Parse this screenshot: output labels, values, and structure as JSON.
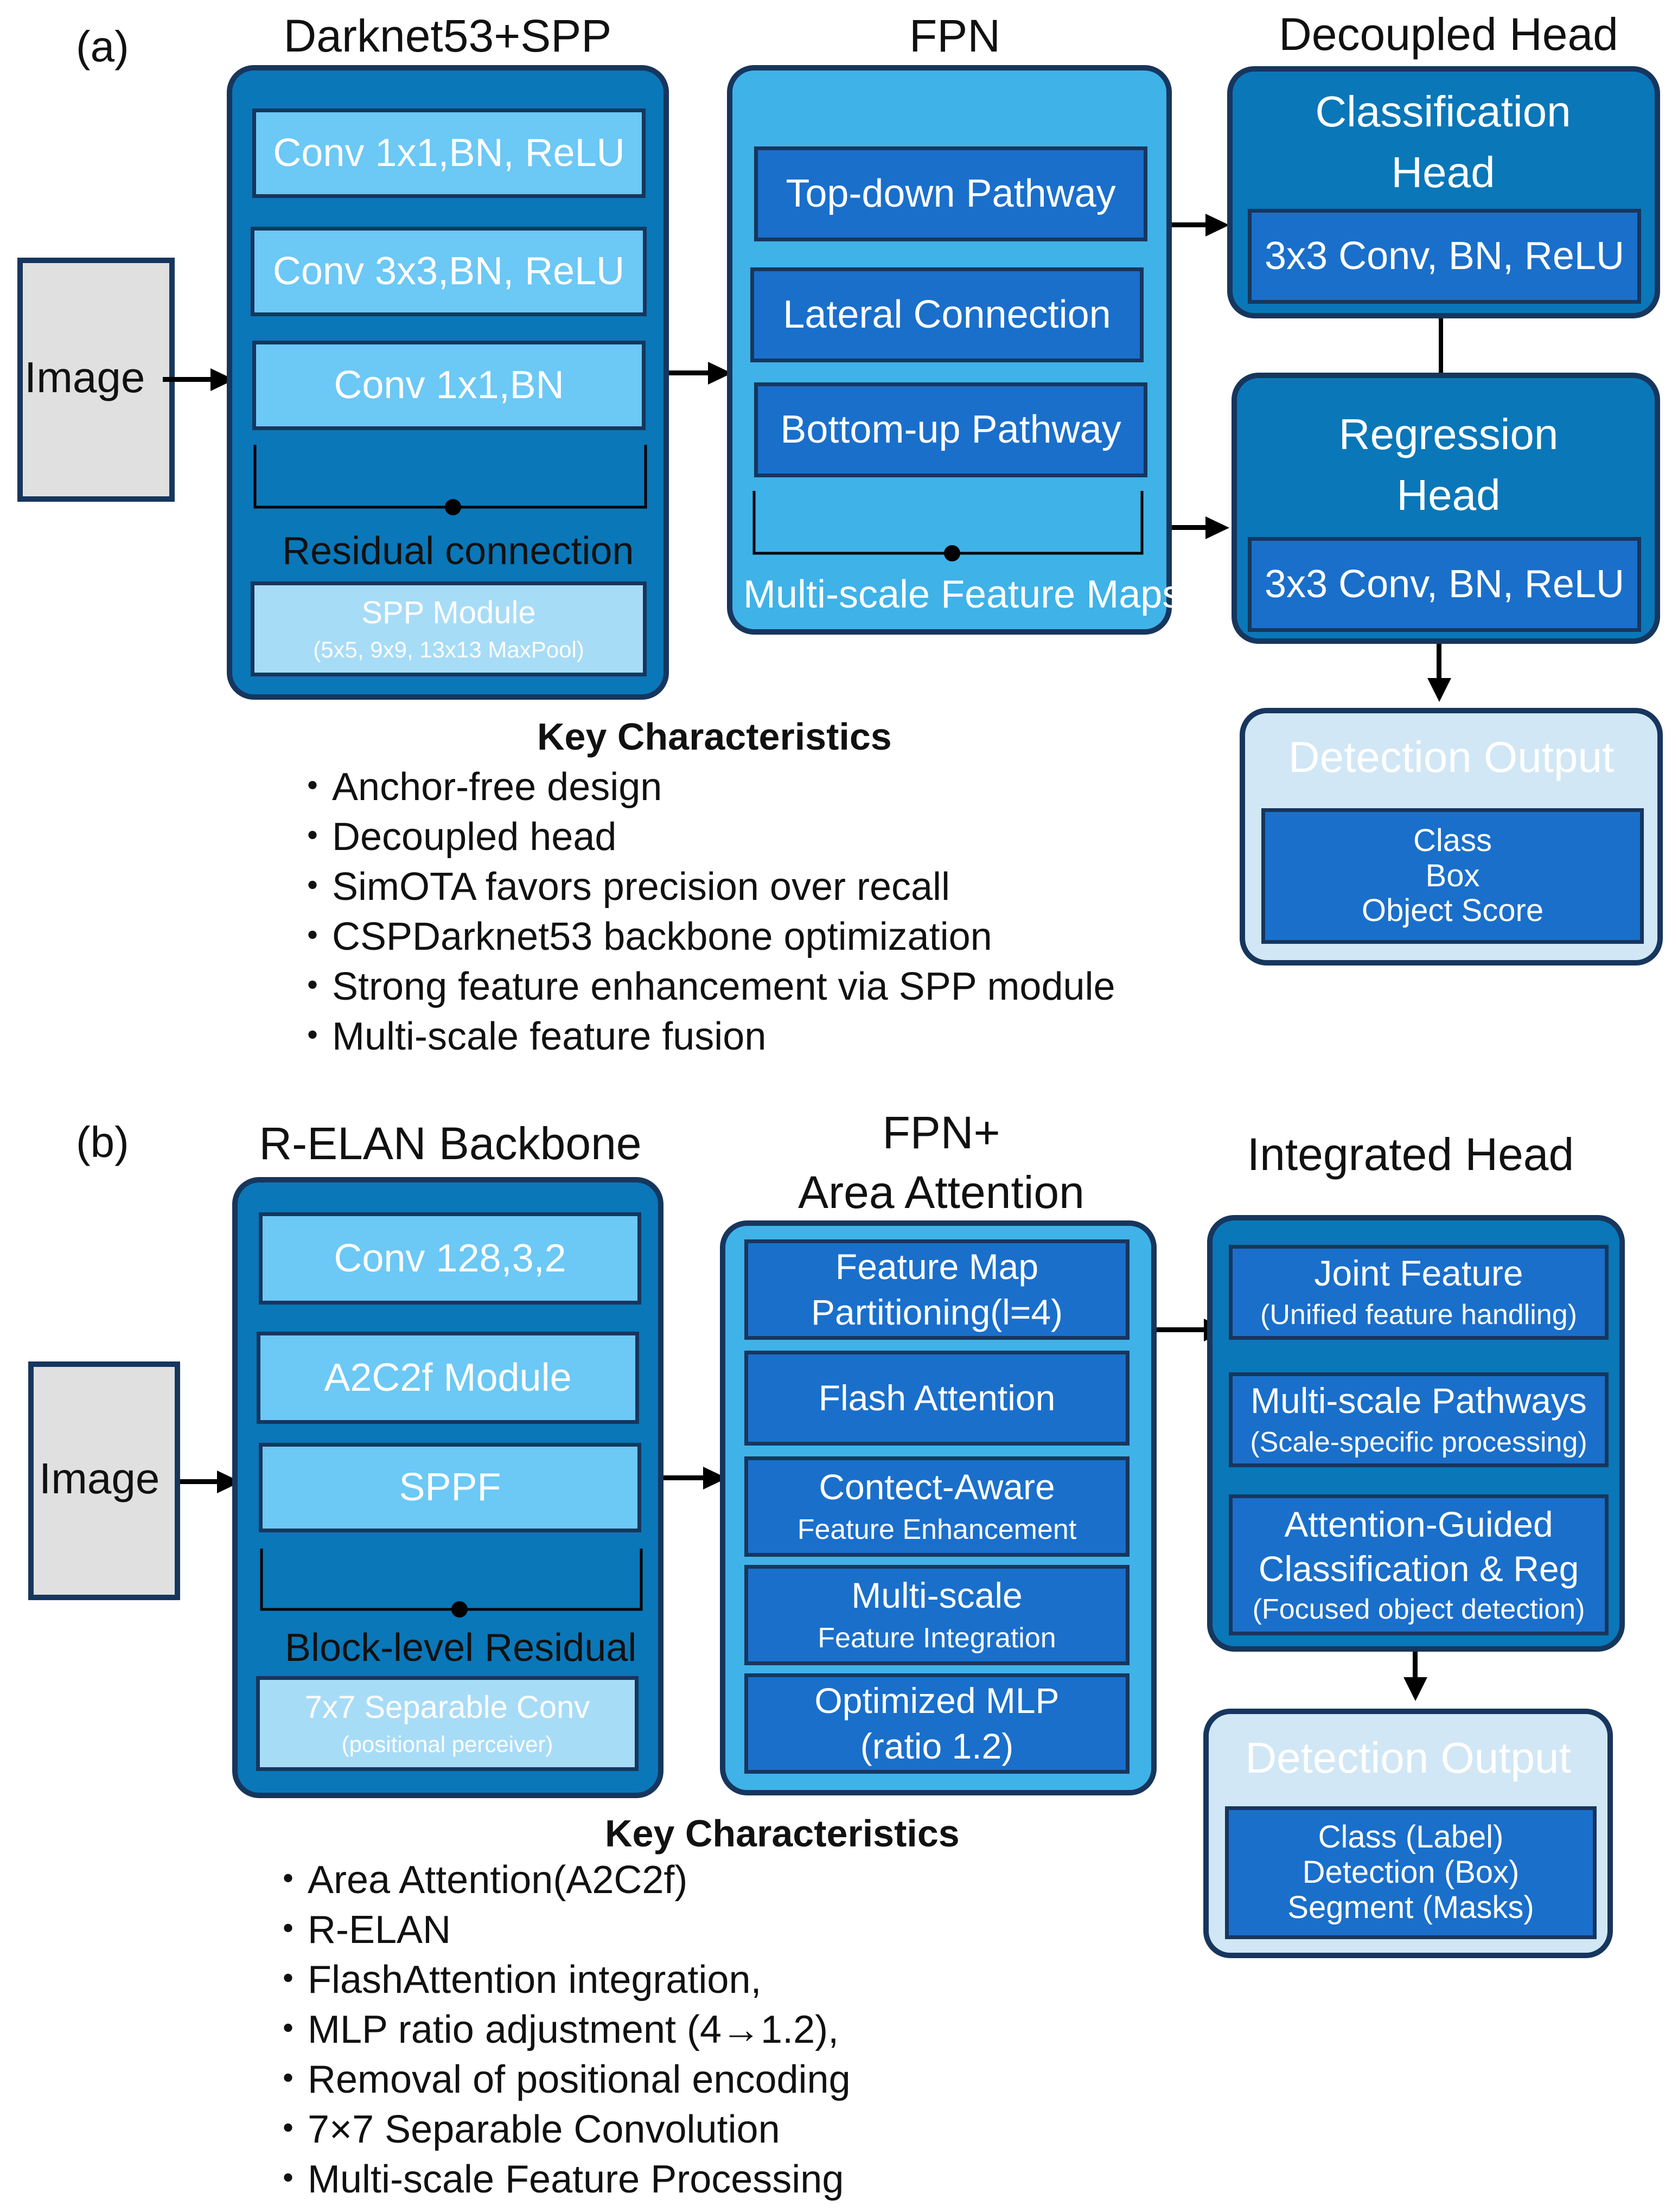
{
  "panel_a": {
    "letter": "(a)",
    "image_label": "Image",
    "backbone": {
      "title": "Darknet53+SPP",
      "blocks": [
        "Conv 1x1,BN, ReLU",
        "Conv 3x3,BN, ReLU",
        "Conv 1x1,BN"
      ],
      "residual_label": "Residual connection",
      "spp_title": "SPP Module",
      "spp_sub": "(5x5, 9x9, 13x13 MaxPool)"
    },
    "fpn": {
      "title": "FPN",
      "blocks": [
        "Top-down Pathway",
        "Lateral Connection",
        "Bottom-up Pathway"
      ],
      "footer": "Multi-scale Feature Maps"
    },
    "head": {
      "title": "Decoupled Head",
      "cls_title": "Classification Head",
      "cls_conv": "3x3 Conv, BN, ReLU",
      "reg_title": "Regression Head",
      "reg_conv": "3x3 Conv, BN, ReLU"
    },
    "output": {
      "title": "Detection Output",
      "lines": [
        "Class",
        "Box",
        "Object Score"
      ]
    },
    "characteristics": {
      "heading": "Key Characteristics",
      "items": [
        "・Anchor-free design",
        "・Decoupled head",
        "・SimOTA favors precision over recall",
        "・CSPDarknet53 backbone optimization",
        "・Strong feature enhancement via SPP module",
        "・Multi-scale feature fusion"
      ]
    }
  },
  "panel_b": {
    "letter": "(b)",
    "image_label": "Image",
    "backbone": {
      "title": "R-ELAN Backbone",
      "blocks": [
        "Conv 128,3,2",
        "A2C2f Module",
        "SPPF"
      ],
      "residual_label": "Block-level Residual",
      "sep_title": "7x7 Separable Conv",
      "sep_sub": "(positional perceiver)"
    },
    "fpn": {
      "title_line1": "FPN+",
      "title_line2": "Area Attention",
      "blocks": [
        {
          "main": "Feature Map",
          "sub": "Partitioning(l=4)"
        },
        {
          "main": "Flash Attention",
          "sub": ""
        },
        {
          "main": "Contect-Aware",
          "sub": "Feature Enhancement"
        },
        {
          "main": "Multi-scale",
          "sub": "Feature Integration"
        },
        {
          "main": "Optimized MLP",
          "sub": "(ratio 1.2)"
        }
      ]
    },
    "head": {
      "title": "Integrated Head",
      "blocks": [
        {
          "main": "Joint Feature",
          "sub": "(Unified feature handling)"
        },
        {
          "main": "Multi-scale Pathways",
          "sub": "(Scale-specific processing)"
        },
        {
          "main": "Attention-Guided",
          "main2": "Classification & Reg",
          "sub": "(Focused object detection)"
        }
      ]
    },
    "output": {
      "title": "Detection Output",
      "lines": [
        "Class (Label)",
        "Detection (Box)",
        "Segment (Masks)"
      ]
    },
    "characteristics": {
      "heading": "Key Characteristics",
      "items": [
        "・Area Attention(A2C2f)",
        "・R-ELAN",
        "・FlashAttention integration,",
        "・MLP ratio adjustment (4→1.2),",
        "・Removal of positional encoding",
        "・7×7 Separable Convolution",
        "・Multi-scale Feature Processing"
      ]
    }
  },
  "colors": {
    "container_dark": "#0a77b8",
    "container_mid": "#3fb2e8",
    "container_pale": "#d1e7f5",
    "box_light": "#6cc8f5",
    "box_blue": "#1a6fcb",
    "border": "#17365d",
    "image_fill": "#e0e0e0"
  }
}
